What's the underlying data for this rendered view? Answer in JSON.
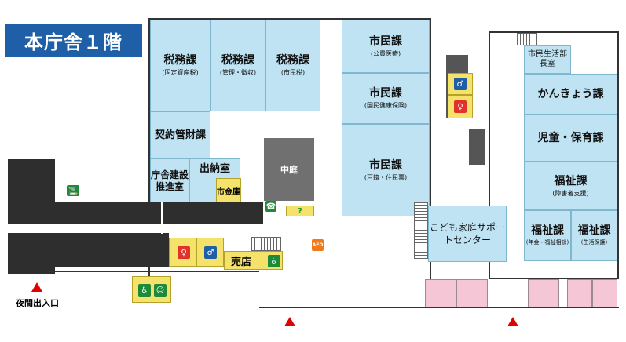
{
  "title": "本庁舎１階",
  "rooms": {
    "zeimu1": {
      "name": "税務課",
      "sub": "(固定資産税)"
    },
    "zeimu2": {
      "name": "税務課",
      "sub": "(管理・徴収)"
    },
    "zeimu3": {
      "name": "税務課",
      "sub": "(市民税)"
    },
    "shimin1": {
      "name": "市民課",
      "sub": "(公費医療)"
    },
    "shimin2": {
      "name": "市民課",
      "sub": "(国民健康保険)"
    },
    "shimin3": {
      "name": "市民課",
      "sub": "(戸籍・住民票)"
    },
    "keiyaku": {
      "name": "契約管財課"
    },
    "chosha": {
      "name": "庁舎建設推進室"
    },
    "suito": {
      "name": "出納室"
    },
    "kinko": {
      "name": "市金庫"
    },
    "nakaniwa": {
      "name": "中庭"
    },
    "baiten": {
      "name": "売店"
    },
    "kodomo": {
      "name": "こども家庭サポートセンター"
    },
    "buchou": {
      "name": "市民生活部長室"
    },
    "kankyo": {
      "name": "かんきょう課"
    },
    "jido": {
      "name": "児童・保育課"
    },
    "fukushi1": {
      "name": "福祉課",
      "sub": "(障害者支援)"
    },
    "fukushi2": {
      "name": "福祉課",
      "sub": "(年金・福祉相談)"
    },
    "fukushi3": {
      "name": "福祉課",
      "sub": "(生活保護)"
    }
  },
  "labels": {
    "night_entrance": "夜間出入口",
    "aed": "AED",
    "info_mark": "?"
  },
  "colors": {
    "room": "#bfe3f3",
    "title_bg": "#1f5fa8",
    "wc": "#f4e26a",
    "pink": "#f4c6d6",
    "entrance": "#e00000"
  }
}
